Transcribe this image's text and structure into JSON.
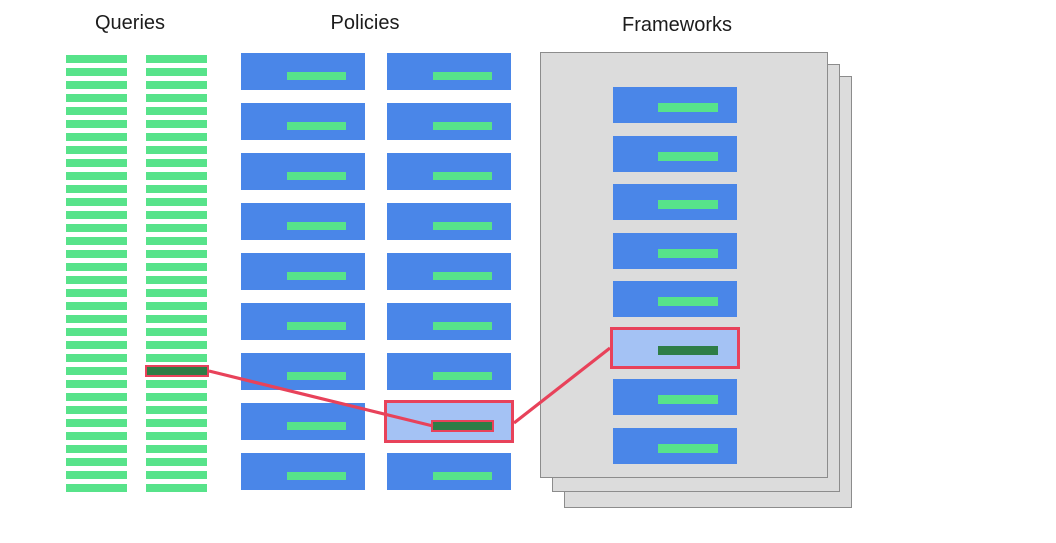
{
  "queries": {
    "title": "Queries",
    "columns": 2,
    "bars_per_column": 34,
    "highlight": {
      "column": 1,
      "index": 24
    }
  },
  "policies": {
    "title": "Policies",
    "columns": 2,
    "boxes_per_column": 9,
    "highlight": {
      "column": 1,
      "index": 7
    }
  },
  "frameworks": {
    "title": "Frameworks",
    "stacked_pages": 3,
    "boxes": 8,
    "highlight": {
      "index": 5
    }
  },
  "connections": [
    {
      "from": "highlighted-query-bar",
      "to": "highlighted-policy-label-bar"
    },
    {
      "from": "highlighted-policy-box",
      "to": "highlighted-framework-box"
    }
  ],
  "colors": {
    "green": "#57E38A",
    "blue": "#4A86E8",
    "light_blue": "#A4C2F4",
    "dark_green": "#2E7D46",
    "red": "#E8425A",
    "page_fill": "#DCDCDC",
    "page_border": "#8C8C8C",
    "title_text": "#1C1C1C",
    "background": "#FFFFFF"
  }
}
